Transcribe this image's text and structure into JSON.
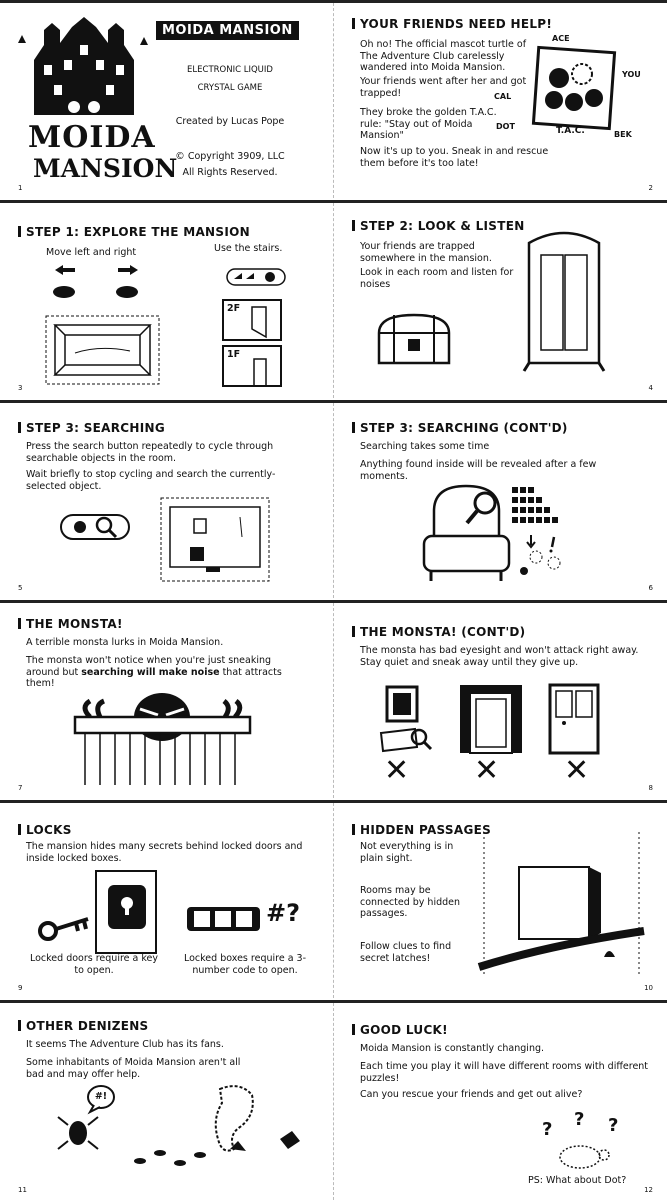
{
  "page1": {
    "logo_text": [
      "MOIDA",
      "MANSION"
    ],
    "header_box": "MOIDA MANSION",
    "line_a": "ELECTRONIC LIQUID",
    "line_b": "CRYSTAL GAME",
    "credit": "Created by Lucas Pope",
    "copyright": "© Copyright 3909, LLC",
    "rights": "All Rights Reserved.",
    "num": "1"
  },
  "page2": {
    "title": "YOUR FRIENDS NEED HELP!",
    "p1": "Oh no! The official mascot turtle of The Adventure Club carelessly wandered into Moida Mansion.",
    "p2": "Your friends went after her and got trapped!",
    "p3": "They broke the golden T.A.C. rule: \"Stay out of Moida Mansion\"",
    "p4": "Now it's up to you. Sneak in and rescue them before it's too late!",
    "labels": {
      "ace": "ACE",
      "you": "YOU",
      "cal": "CAL",
      "dot": "DOT",
      "tac": "T.A.C.",
      "bek": "BEK"
    },
    "num": "2"
  },
  "page3": {
    "title": "STEP 1: EXPLORE THE MANSION",
    "cap_move": "Move left and right",
    "cap_stairs": "Use the stairs.",
    "floor2": "2F",
    "floor1": "1F",
    "num": "3"
  },
  "page4": {
    "title": "STEP 2: LOOK & LISTEN",
    "p1": "Your friends are trapped somewhere in the mansion.",
    "p2": "Look in each room and listen for noises",
    "num": "4"
  },
  "page5": {
    "title": "STEP 3: SEARCHING",
    "p1": "Press the search button repeatedly to cycle through searchable objects in the room.",
    "p2": "Wait briefly to stop cycling and search the currently-selected object.",
    "num": "5"
  },
  "page6": {
    "title": "STEP 3: SEARCHING (CONT'D)",
    "p1": "Searching takes some time",
    "p2": "Anything found inside will be revealed after a few moments.",
    "num": "6"
  },
  "page7": {
    "title": "THE MONSTA!",
    "p1": "A terrible monsta lurks in Moida Mansion.",
    "p2_a": "The monsta won't notice when you're just sneaking around but ",
    "p2_b": "searching will make noise",
    "p2_c": " that attracts them!",
    "num": "7"
  },
  "page8": {
    "title": "THE MONSTA! (CONT'D)",
    "p1": "The monsta has bad eyesight and won't attack right away. Stay quiet and sneak away until they give up.",
    "mark": "✕",
    "num": "8"
  },
  "page9": {
    "title": "LOCKS",
    "p1": "The mansion hides many secrets behind locked doors and inside locked boxes.",
    "cap_doors": "Locked doors require a key to open.",
    "cap_boxes": "Locked boxes require a 3-number code to open.",
    "code_symbols": "#?",
    "num": "9"
  },
  "page10": {
    "title": "HIDDEN PASSAGES",
    "p1": "Not everything is in plain sight.",
    "p2": "Rooms may be connected by hidden passages.",
    "p3": "Follow clues to find secret latches!",
    "num": "10"
  },
  "page11": {
    "title": "OTHER DENIZENS",
    "p1": "It seems The Adventure Club has its fans.",
    "p2": "Some inhabitants of Moida Mansion aren't all bad and may offer help.",
    "bubble": "#!",
    "num": "11"
  },
  "page12": {
    "title": "GOOD LUCK!",
    "p1": "Moida Mansion is constantly changing.",
    "p2": "Each time you play it will have different rooms with different puzzles!",
    "p3": "Can you rescue your friends and get out alive?",
    "qmark": "?",
    "ps": "PS: What about Dot?",
    "num": "12"
  }
}
